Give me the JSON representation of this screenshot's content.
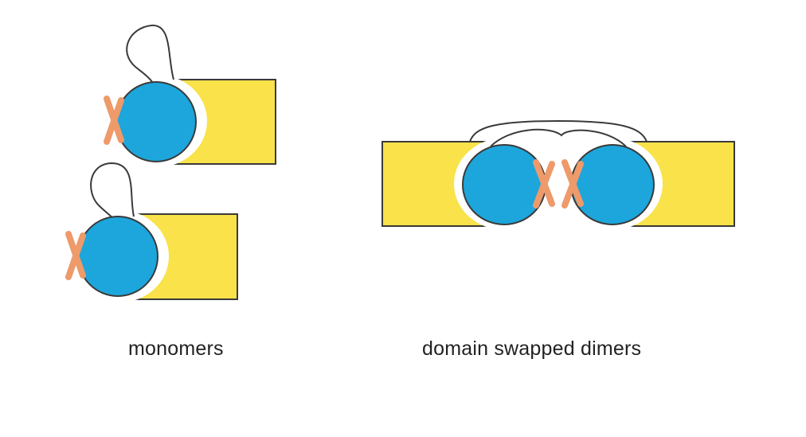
{
  "captions": {
    "left": "monomers",
    "right": "domain swapped dimers"
  },
  "colors": {
    "domain_yellow": "#f9e24a",
    "domain_blue": "#1da6dc",
    "outline": "#3a3a3a",
    "linker": "#3a3a3a",
    "mark_orange": "#ee9a6a",
    "background": "#ffffff"
  },
  "panels": [
    {
      "name": "monomers",
      "units": 2,
      "swapped": false
    },
    {
      "name": "domain swapped dimers",
      "units": 2,
      "swapped": true
    }
  ]
}
